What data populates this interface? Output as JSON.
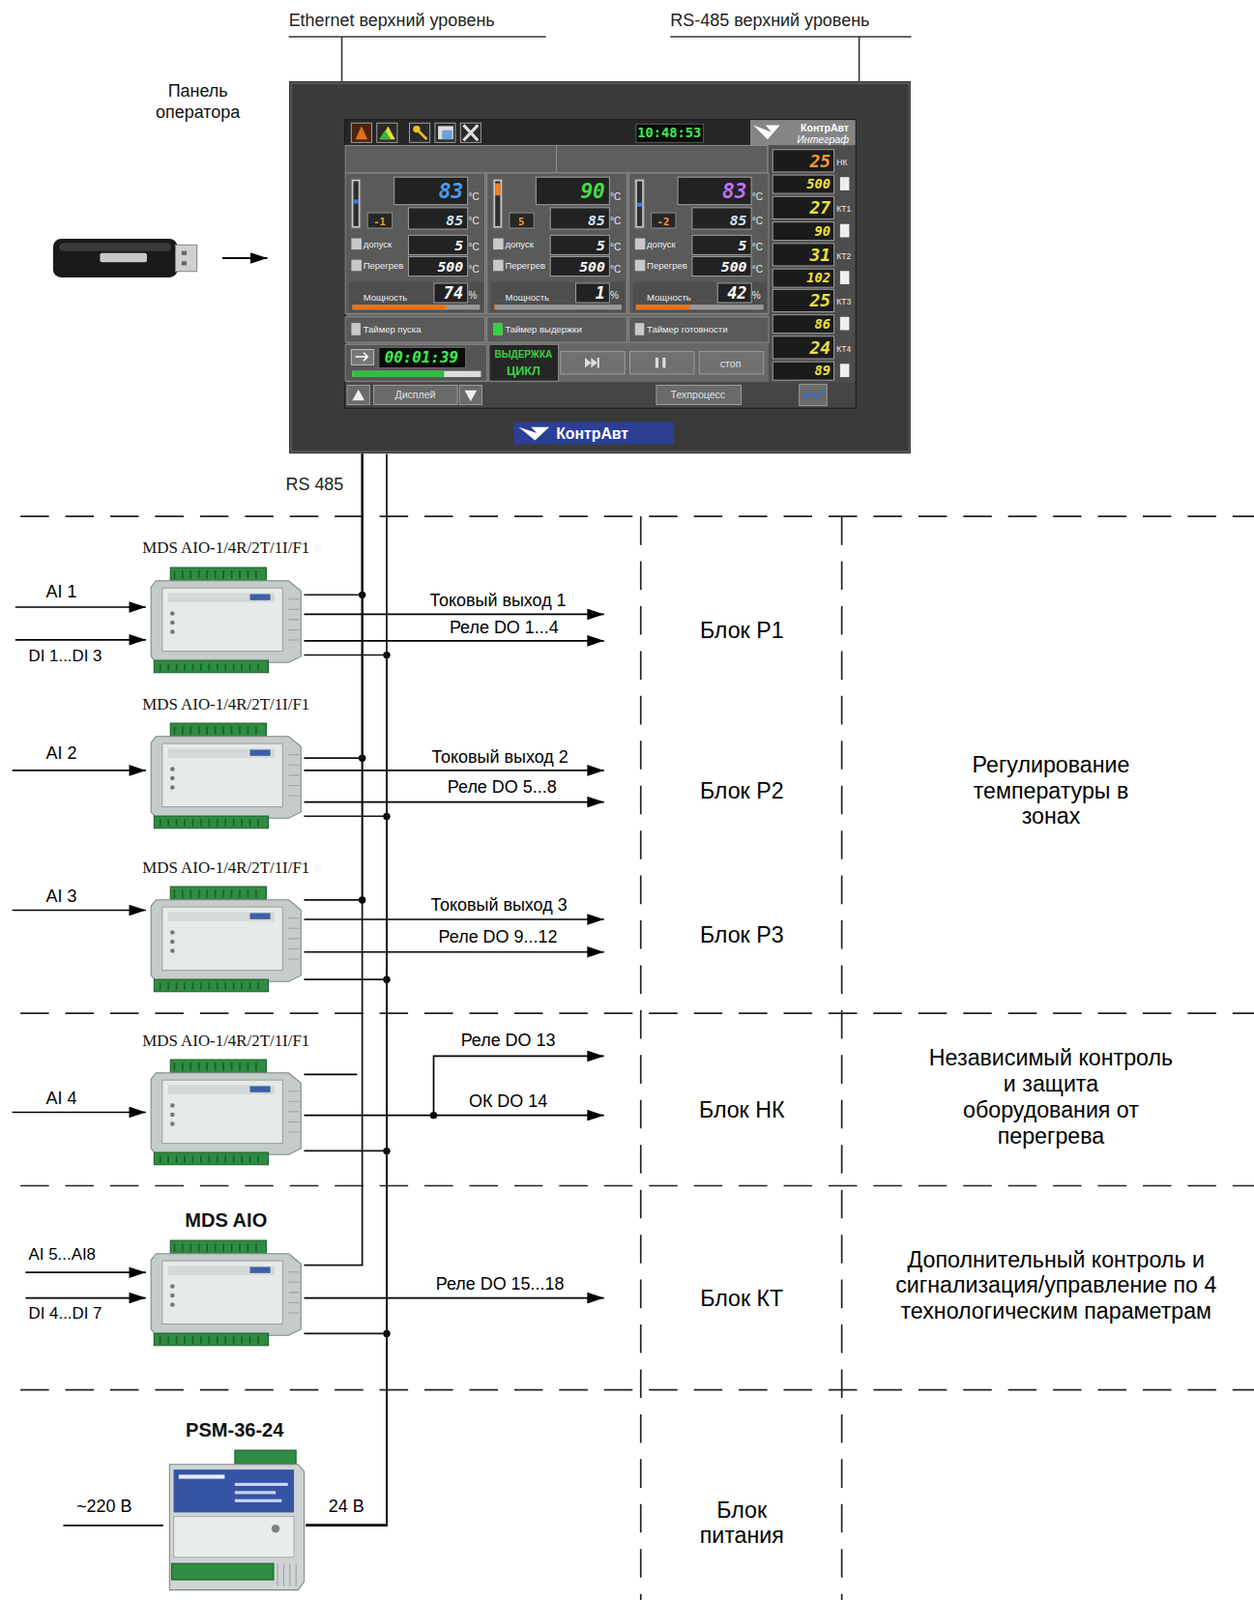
{
  "diagram": {
    "nodes": [
      {
        "text": [
          "Панель оператора"
        ]
      },
      {
        "text": [
          "MDS AIO-1/4R/2T/1I/F1"
        ]
      },
      {
        "text": [
          "MDS AIO-1/4R/2T/1I/F1"
        ]
      },
      {
        "text": [
          "MDS AIO-1/4R/2T/1I/F1"
        ]
      },
      {
        "text": [
          "MDS AIO-1/4R/2T/1I/F1"
        ]
      },
      {
        "text": [
          "MDS AIO"
        ]
      },
      {
        "text": [
          "PSM-36-24"
        ]
      }
    ],
    "edges": [
      {
        "from": 0,
        "to": 1,
        "arrow": "none"
      },
      {
        "from": 0,
        "to": 2,
        "arrow": "none"
      },
      {
        "from": 0,
        "to": 3,
        "arrow": "none"
      },
      {
        "from": 0,
        "to": 5,
        "arrow": "none"
      },
      {
        "from": 6,
        "to": 0,
        "arrow": "none"
      },
      {
        "from": 6,
        "to": 1,
        "arrow": "none"
      },
      {
        "from": 6,
        "to": 2,
        "arrow": "none"
      },
      {
        "from": 6,
        "to": 3,
        "arrow": "none"
      },
      {
        "from": 6,
        "to": 4,
        "arrow": "none"
      },
      {
        "from": 6,
        "to": 5,
        "arrow": "none"
      }
    ],
    "labels": [
      "Ethernet верхний уровень",
      "RS-485 верхний уровень",
      "10:48:53",
      "КонтрАвт",
      "Интеграф",
      "83",
      "°C",
      "85",
      "°C",
      "-1",
      "допуск",
      "5",
      "°C",
      "Перегрев",
      "500",
      "°C",
      "Мощность",
      "74",
      "%",
      "90",
      "°C",
      "85",
      "°C",
      "5",
      "допуск",
      "5",
      "°C",
      "Перегрев",
      "500",
      "°C",
      "Мощность",
      "1",
      "%",
      "83",
      "°C",
      "85",
      "°C",
      "-2",
      "допуск",
      "5",
      "°C",
      "Перегрев",
      "500",
      "°C",
      "Мощность",
      "42",
      "%",
      "Таймер пуска",
      "Таймер выдержки",
      "Таймер готовности",
      "00:01:39",
      "ВЫДЕРЖКА",
      "ЦИКЛ",
      "стоп",
      "Дисплей",
      "Техпроцесс",
      "25",
      "НК",
      "500",
      "27",
      "КТ1",
      "90",
      "31",
      "КТ2",
      "102",
      "25",
      "КТ3",
      "86",
      "24",
      "КТ4",
      "89",
      "КонтрАвт",
      "RS 485",
      "AI 1",
      "DI 1...DI 3",
      "Токовый выход 1",
      "Реле DO 1...4",
      "AI 2",
      "Токовый выход 2",
      "Реле DO 5...8",
      "AI 3",
      "Токовый выход 3",
      "Реле DO 9...12",
      "AI 4",
      "Реле DO 13",
      "ОК DO 14",
      "AI 5...AI8",
      "DI 4...DI 7",
      "Реле DO 15...18",
      "~220 В",
      "24 В",
      "Блок Р1",
      "Блок Р2",
      "Блок Р3",
      "Блок НК",
      "Блок КТ",
      "Блок питания",
      "Регулирование температуры в зонах",
      "Независимый контроль и защита оборудования от перегрева",
      "Дополнительный контроль и сигнализация/управление по 4 технологическим параметрам"
    ]
  }
}
